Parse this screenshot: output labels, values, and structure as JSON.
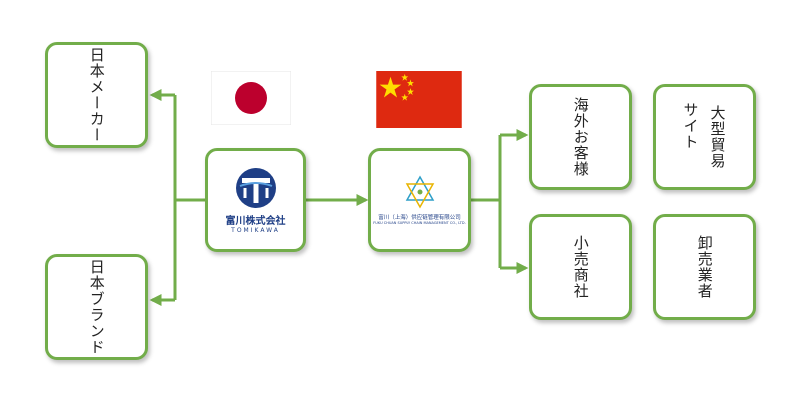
{
  "boxes": {
    "nihon_maker": "日本メーカー",
    "nihon_brand": "日本ブランド",
    "kaigai_kyaku": "海外お客様",
    "kouri": "小売商社",
    "oogata_col1": "大型貿易",
    "oogata_col2": "サイト",
    "oroshi": "卸売業者"
  },
  "tomikawa": {
    "name": "富川株式会社",
    "sub": "TOMIKAWA"
  },
  "china_company": {
    "name": "富川（上海）供应链管理有限公司",
    "sub": "FUKU CHUAN SUPPLY CHAIN MANAGEMENT CO., LTD."
  },
  "colors": {
    "border": "#72ad4a",
    "arrow": "#72ad4a",
    "japan_red": "#bc002d",
    "china_red": "#de2910",
    "china_yellow": "#ffde00"
  },
  "icons": [
    "japan-flag-icon",
    "china-flag-icon",
    "tomikawa-logo-icon",
    "china-company-logo-icon"
  ]
}
